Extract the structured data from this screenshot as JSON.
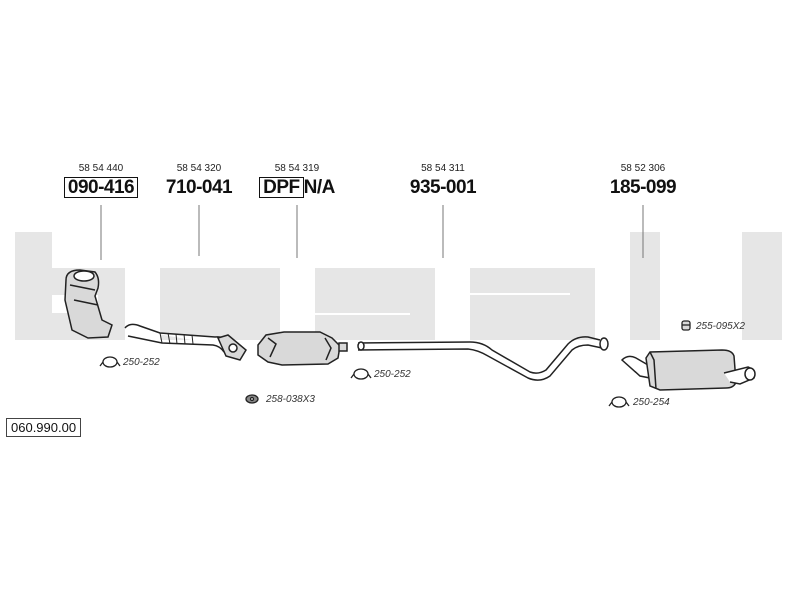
{
  "parts": [
    {
      "id": "cat",
      "oe_number": "58 54 440",
      "part_number": "090-416",
      "boxed": true
    },
    {
      "id": "front-pipe",
      "oe_number": "58 54 320",
      "part_number": "710-041",
      "boxed": false
    },
    {
      "id": "dpf",
      "oe_number": "58 54 319",
      "part_number_boxed": "DPF",
      "part_number": "N/A",
      "boxed": false
    },
    {
      "id": "centre-pipe",
      "oe_number": "58 54 311",
      "part_number": "935-001",
      "boxed": false
    },
    {
      "id": "rear-box",
      "oe_number": "58 52 306",
      "part_number": "185-099",
      "boxed": false
    }
  ],
  "fittings": [
    {
      "id": "clamp-1",
      "ref": "250-252",
      "icon": "clamp-icon"
    },
    {
      "id": "gasket-1",
      "ref": "258-038X3",
      "icon": "gasket-icon"
    },
    {
      "id": "clamp-2",
      "ref": "250-252",
      "icon": "clamp-icon"
    },
    {
      "id": "hanger-1",
      "ref": "255-095X2",
      "icon": "rubber-hanger-icon"
    },
    {
      "id": "clamp-3",
      "ref": "250-254",
      "icon": "clamp-icon"
    }
  ],
  "catalog_number": "060.990.00",
  "watermark": "bosal",
  "colors": {
    "watermark": "#e6e6e6",
    "line": "#222222",
    "part_fill": "#d9d9d9",
    "leader": "#777777"
  }
}
